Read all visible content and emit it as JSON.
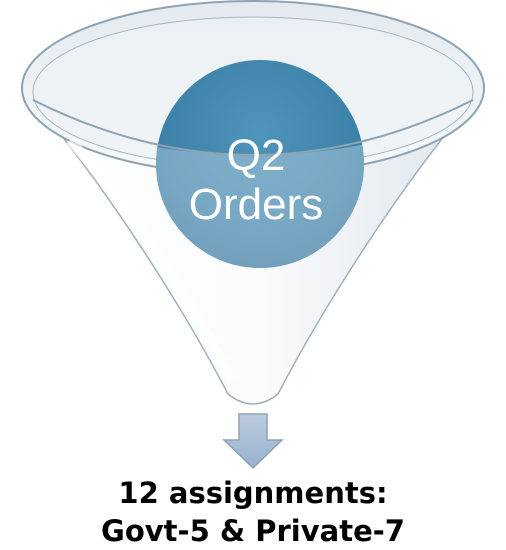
{
  "funnel": {
    "circle_line1": "Q2",
    "circle_line2": "Orders"
  },
  "result": {
    "line1": "12 assignments:",
    "line2": "Govt-5 & Private-7"
  },
  "colors": {
    "funnel_outline": "#8ea3b3",
    "funnel_fill": "#f3f5f7",
    "circle_fill": "#3f86ad",
    "arrow_fill": "#a9bfd6",
    "arrow_outline": "#8ea3b3",
    "text_dark": "#000000"
  },
  "icons": {
    "down_arrow": "down-arrow-icon"
  }
}
